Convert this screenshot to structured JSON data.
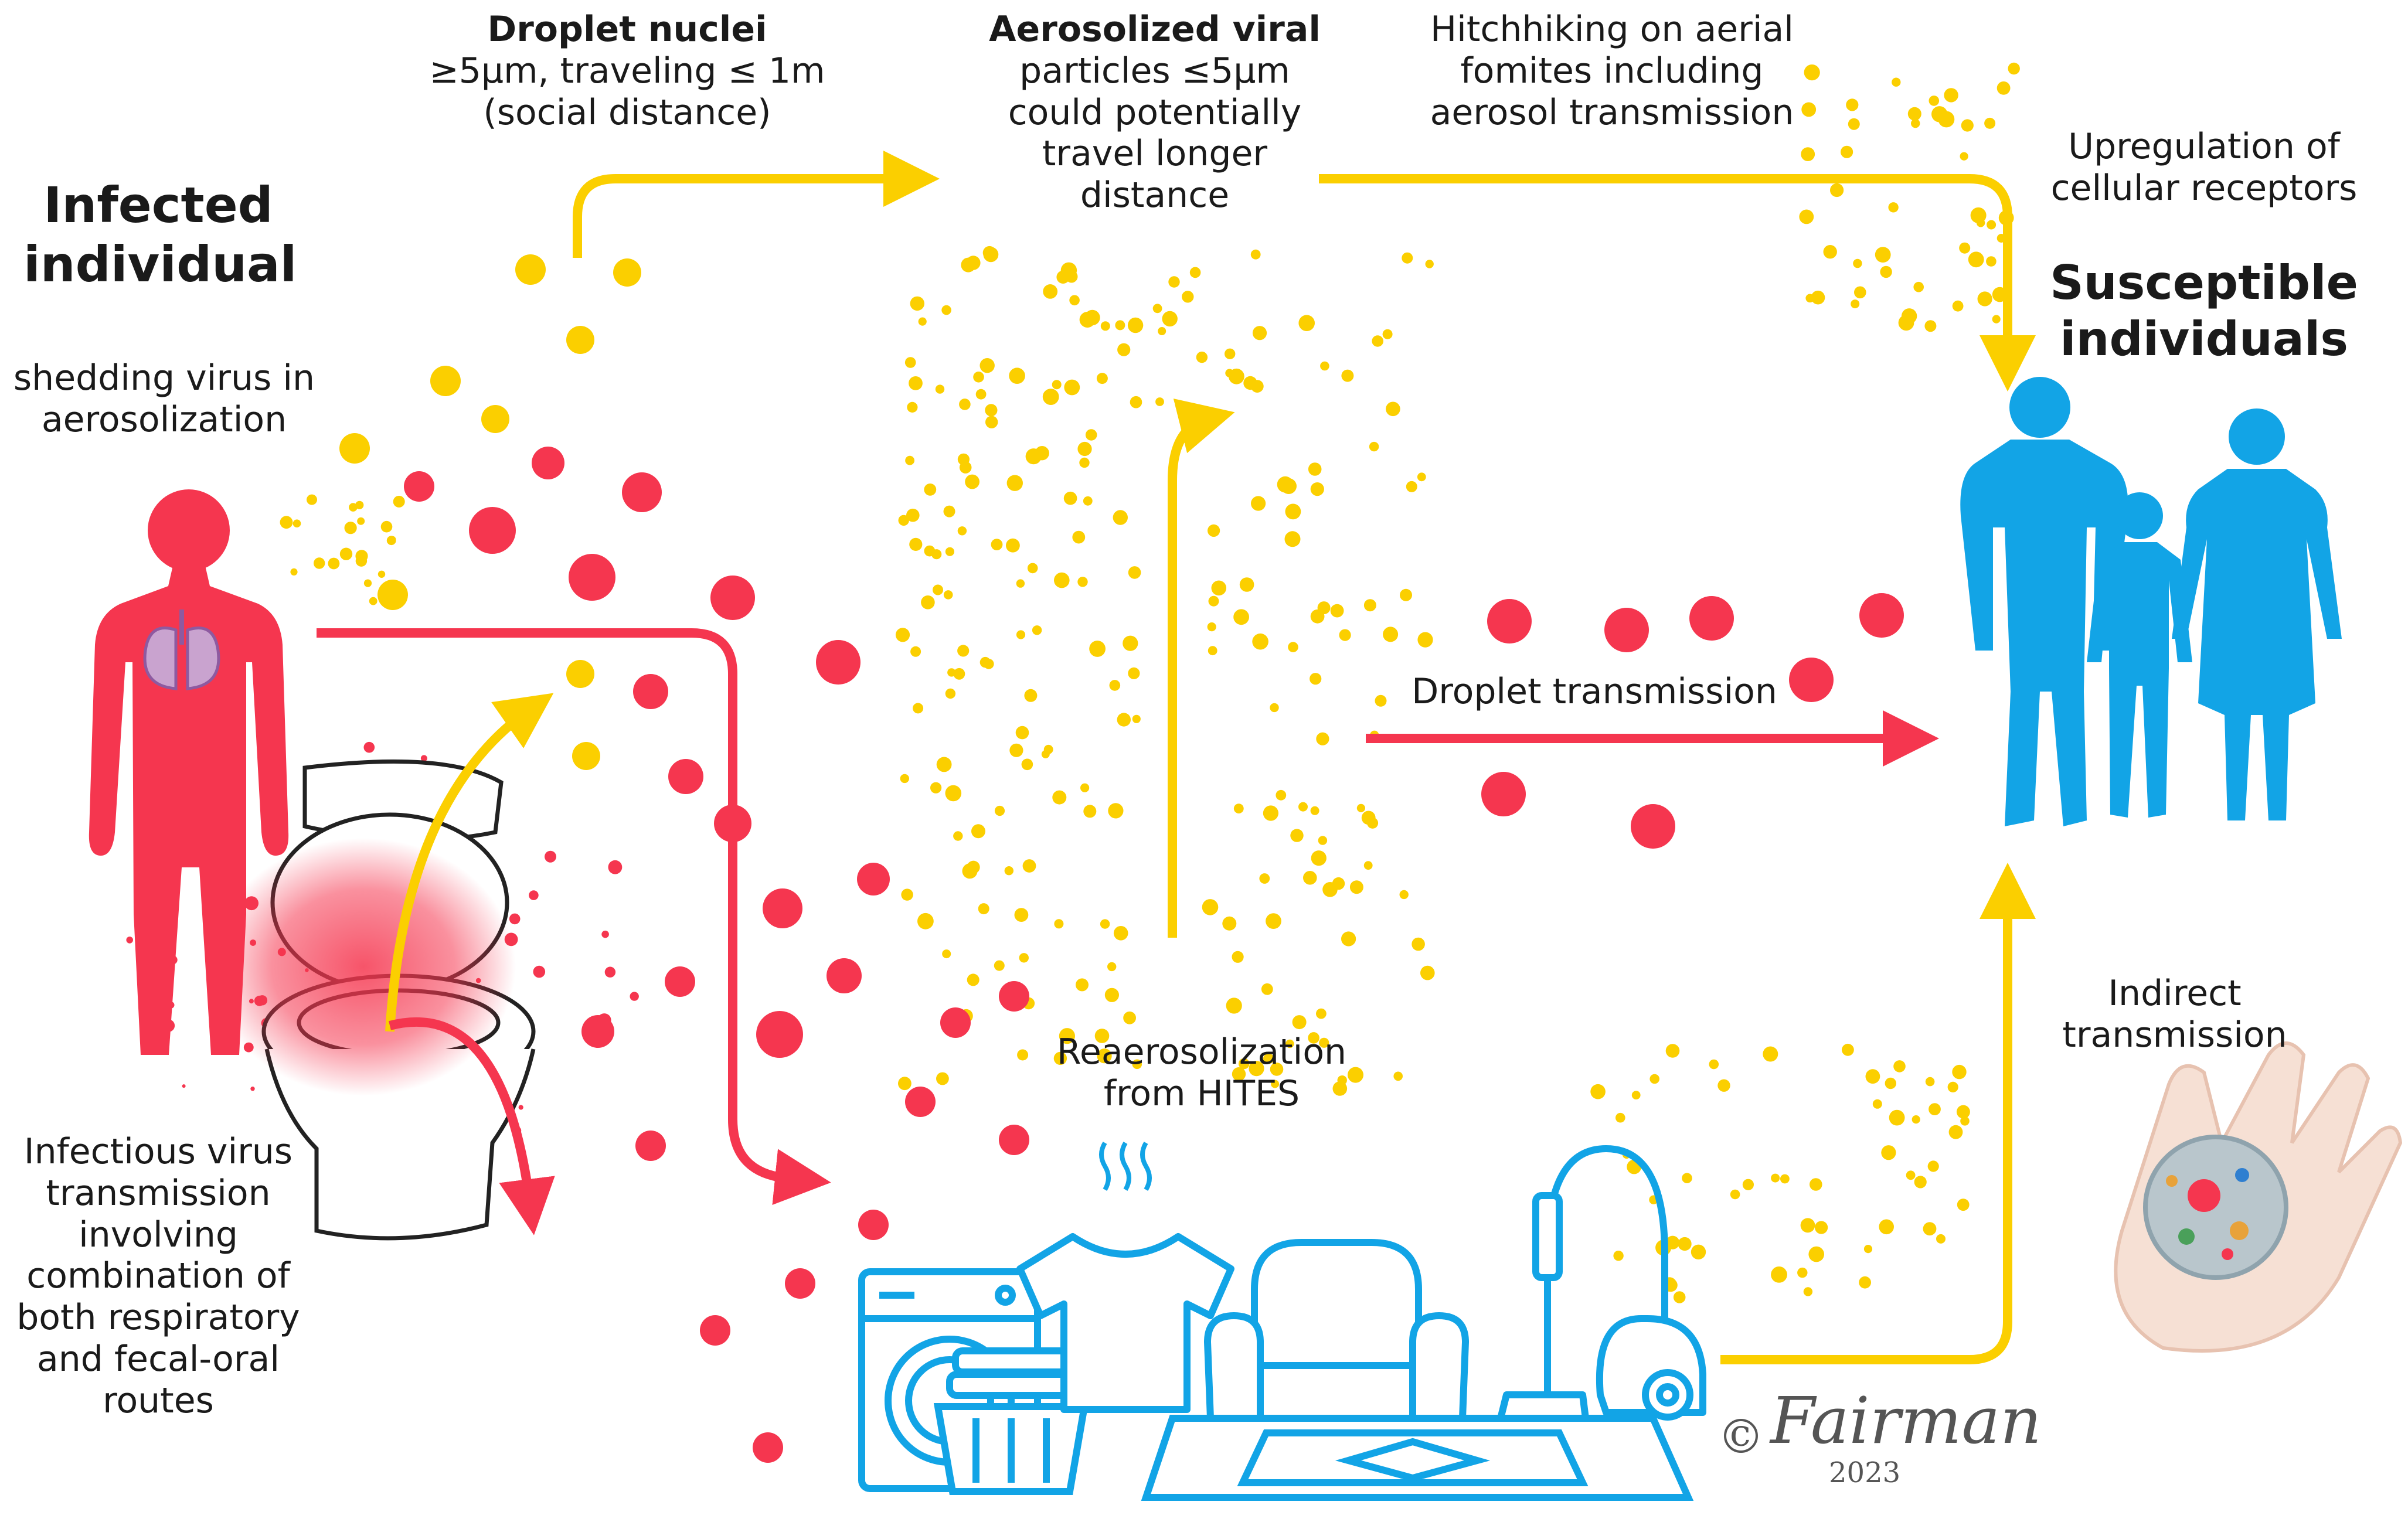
{
  "infected": {
    "title_line1": "Infected",
    "title_line2": "individual",
    "shedding_line1": "shedding virus in",
    "shedding_line2": "aerosolization",
    "routes_lines": [
      "Infectious virus",
      "transmission",
      "involving",
      "combination of",
      "both respiratory",
      "and fecal-oral",
      "routes"
    ]
  },
  "droplet_nuclei": {
    "title": "Droplet nuclei",
    "line2": "≥5µm, traveling ≤ 1m",
    "line3": "(social distance)"
  },
  "aerosolized": {
    "title": "Aerosolized viral",
    "lines": [
      "particles ≤5µm",
      "could potentially",
      "travel longer",
      "distance"
    ]
  },
  "hitchhiking": {
    "lines": [
      "Hitchhiking on aerial",
      "fomites including",
      "aerosol transmission"
    ]
  },
  "upregulation": {
    "lines": [
      "Upregulation of",
      "cellular receptors"
    ]
  },
  "susceptible": {
    "line1": "Susceptible",
    "line2": "individuals"
  },
  "droplet_transmission": "Droplet transmission",
  "reaerosolization": {
    "line1": "Reaerosolization",
    "line2": "from HITES"
  },
  "indirect": {
    "line1": "Indirect",
    "line2": "transmission"
  },
  "credit": {
    "symbol": "©",
    "signature": "Fairman",
    "year": "2023"
  },
  "colors": {
    "red": "#f5364f",
    "yellow": "#fbcf00",
    "blue": "#12a4e6",
    "lung": "#c9a3cf"
  },
  "icons": [
    "human-silhouette-icon",
    "lungs-icon",
    "toilet-icon",
    "washing-machine-icon",
    "laundry-basket-icon",
    "tshirt-icon",
    "armchair-icon",
    "vacuum-cleaner-icon",
    "rug-icon",
    "family-silhouette-icon",
    "virus-palm-icon"
  ]
}
